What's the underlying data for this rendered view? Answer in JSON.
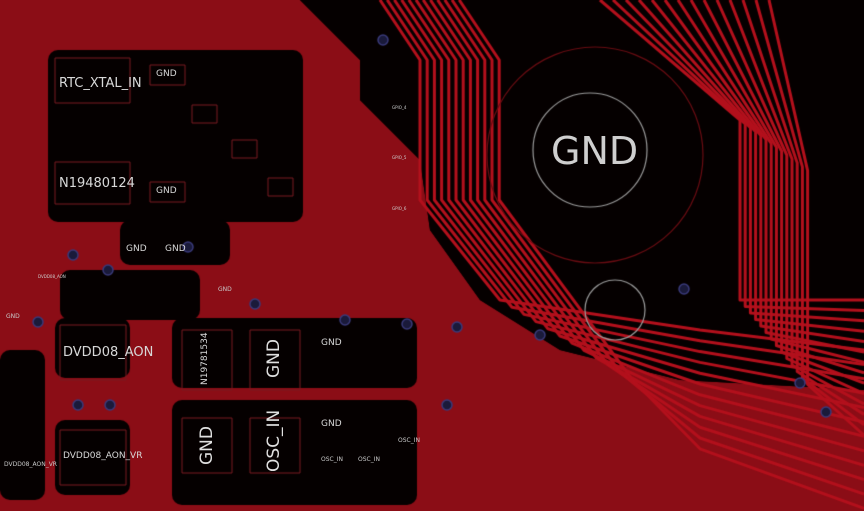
{
  "board": {
    "colors": {
      "background": "#000000",
      "copper": "#8b0d16",
      "trace": "#b3101c",
      "outline": "#9a9a9a",
      "text": "#d8d8d8"
    },
    "big_pad_label": "GND",
    "component_labels": {
      "rtc_xtal_in": "RTC_XTAL_IN",
      "n19480124": "N19480124",
      "n19781534": "N19781534",
      "dvdd08_aon": "DVDD08_AON",
      "dvdd08_aon_vr": "DVDD08_AON_VR",
      "dvdd08_aon_vr_small": "DVDD08_AON_VR",
      "gnd_pad_a": "GND",
      "gnd_pad_b": "GND",
      "osc_in_pad": "OSC_IN"
    },
    "net_labels": {
      "gnd_1": "GND",
      "gnd_2": "GND",
      "gnd_3": "GND",
      "gnd_4": "GND",
      "gnd_5": "GND",
      "gnd_6": "GND",
      "gnd_7": "GND",
      "gnd_8": "GND",
      "osc_in_1": "OSC_IN",
      "osc_in_2": "OSC_IN",
      "osc_in_3": "OSC_IN",
      "dvdd08_aon_small": "DVDD08_AON",
      "gpio_4": "GPIO_4",
      "gpio_5": "GPIO_5",
      "gpio_6": "GPIO_6"
    }
  }
}
